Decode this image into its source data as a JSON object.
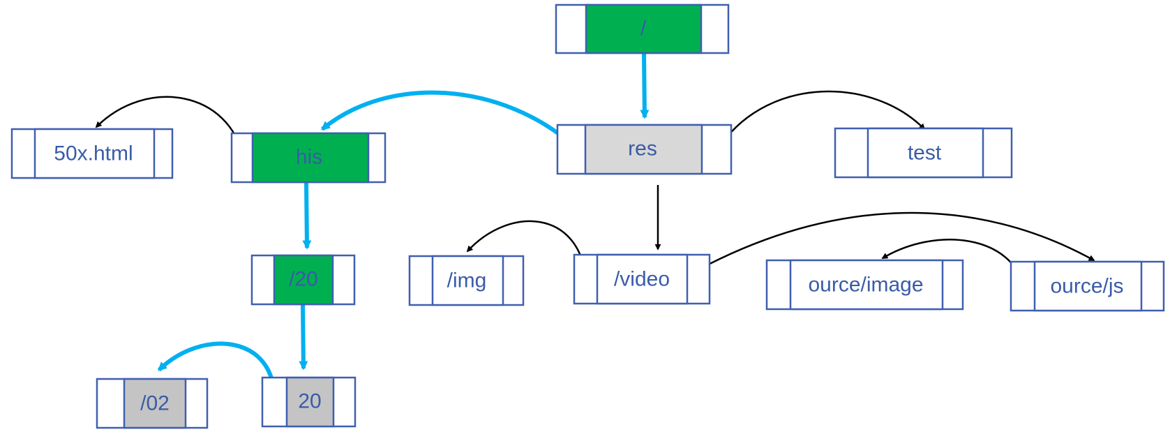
{
  "colors": {
    "node_border": "#3f5faf",
    "label_text": "#3a5ba8",
    "highlight_green": "#00b050",
    "highlight_gray": "#d8d8d8",
    "gray_dark": "#c4c4c4",
    "blue_arrow": "#00b0f0",
    "black_arrow": "#000000",
    "plain_fill": "#ffffff"
  },
  "nodes": {
    "root": {
      "label": "/",
      "state": "green"
    },
    "res": {
      "label": "res",
      "state": "gray"
    },
    "test": {
      "label": "test",
      "state": "plain"
    },
    "his": {
      "label": "his",
      "state": "green"
    },
    "err_page": {
      "label": "50x.html",
      "state": "plain"
    },
    "n20_dir": {
      "label": "/20",
      "state": "green"
    },
    "n20": {
      "label": "20",
      "state": "gray_dark"
    },
    "n02": {
      "label": "/02",
      "state": "gray_dark"
    },
    "img": {
      "label": "/img",
      "state": "plain"
    },
    "video": {
      "label": "/video",
      "state": "plain"
    },
    "image": {
      "label": "ource/image",
      "state": "plain"
    },
    "js": {
      "label": "ource/js",
      "state": "plain"
    }
  },
  "edges": [
    {
      "from": "root",
      "to": "res",
      "kind": "child",
      "color": "blue"
    },
    {
      "from": "res",
      "to": "his",
      "kind": "sibling",
      "color": "blue"
    },
    {
      "from": "res",
      "to": "test",
      "kind": "sibling",
      "color": "black"
    },
    {
      "from": "his",
      "to": "err_page",
      "kind": "sibling",
      "color": "black"
    },
    {
      "from": "his",
      "to": "n20_dir",
      "kind": "child",
      "color": "blue"
    },
    {
      "from": "n20_dir",
      "to": "n20",
      "kind": "child",
      "color": "blue"
    },
    {
      "from": "n20",
      "to": "n02",
      "kind": "sibling",
      "color": "blue"
    },
    {
      "from": "res",
      "to": "video",
      "kind": "child",
      "color": "black"
    },
    {
      "from": "video",
      "to": "img",
      "kind": "sibling",
      "color": "black"
    },
    {
      "from": "video",
      "to": "js",
      "kind": "sibling",
      "color": "black"
    },
    {
      "from": "js",
      "to": "image",
      "kind": "sibling",
      "color": "black"
    }
  ]
}
